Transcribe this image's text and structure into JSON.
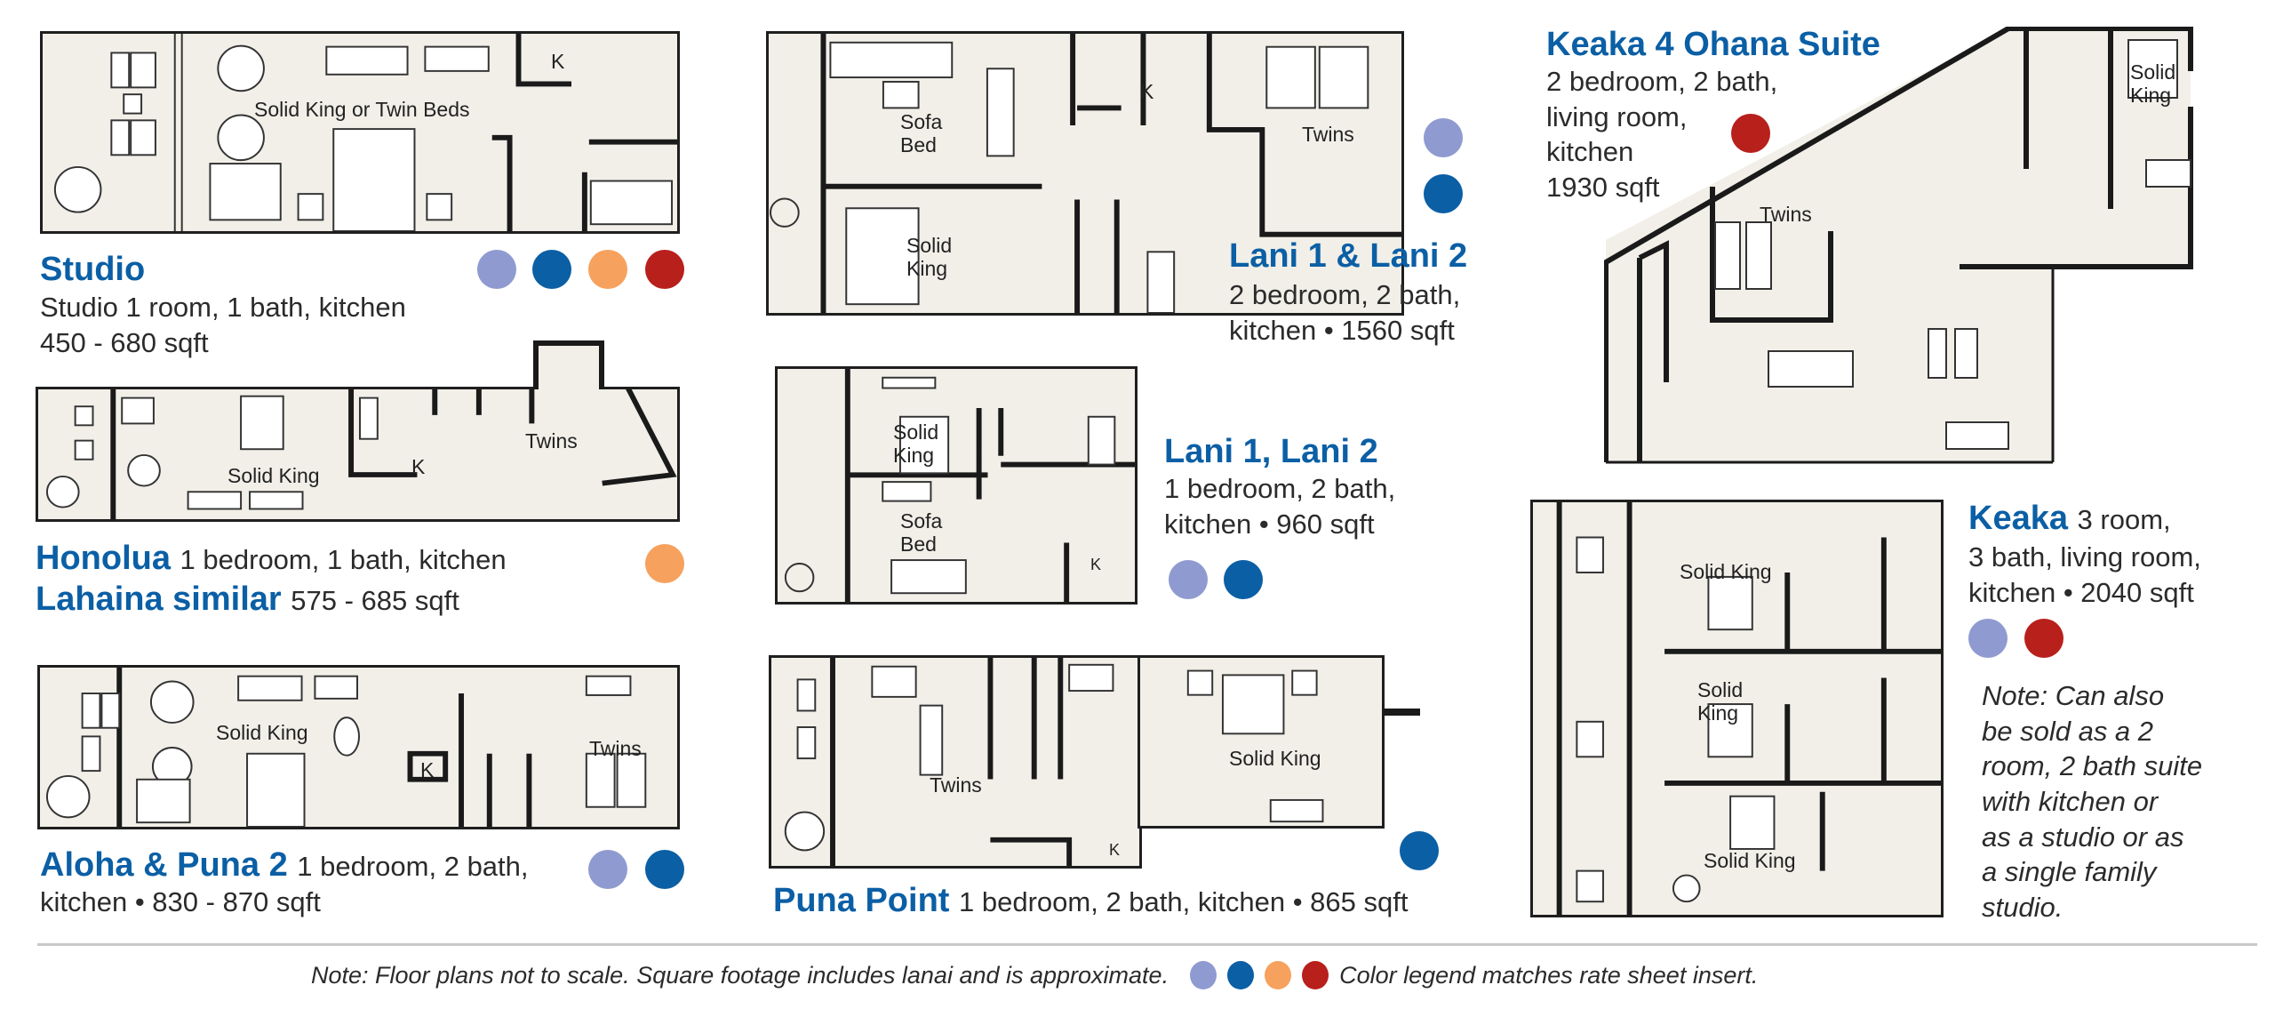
{
  "colors": {
    "lavender": "#8f9bd0",
    "blue": "#0b5fa5",
    "orange": "#f6a25e",
    "red": "#b8201c",
    "title_blue": "#0b5fa5"
  },
  "units": [
    {
      "id": "studio",
      "name": "Studio",
      "description_lines": [
        "Studio 1 room, 1 bath, kitchen",
        "450 - 680 sqft"
      ],
      "rooms": [
        "Solid King or Twin Beds",
        "K"
      ],
      "dots": [
        "lavender",
        "blue",
        "orange",
        "red"
      ]
    },
    {
      "id": "honolua",
      "name": "Honolua",
      "description": "1 bedroom, 1 bath, kitchen",
      "secondary_name": "Lahaina similar",
      "secondary_description": "575 - 685 sqft",
      "rooms": [
        "Solid King",
        "Twins",
        "K"
      ],
      "dots": [
        "orange"
      ]
    },
    {
      "id": "aloha-puna-2",
      "name": "Aloha & Puna 2",
      "description_inline": "1 bedroom, 2 bath,",
      "description_lines": [
        "kitchen • 830 - 870 sqft"
      ],
      "rooms": [
        "Solid King",
        "Twins",
        "K"
      ],
      "dots": [
        "lavender",
        "blue"
      ]
    },
    {
      "id": "lani-1-and-2",
      "name": "Lani 1 & Lani 2",
      "description_lines": [
        "2 bedroom, 2 bath,",
        "kitchen • 1560 sqft"
      ],
      "rooms": [
        "Sofa Bed",
        "Solid King",
        "Twins",
        "K"
      ],
      "dots": [
        "lavender",
        "blue"
      ]
    },
    {
      "id": "lani-1-lani-2",
      "name": "Lani 1, Lani 2",
      "description_lines": [
        "1 bedroom, 2 bath,",
        "kitchen • 960 sqft"
      ],
      "rooms": [
        "Solid King",
        "Sofa Bed",
        "K"
      ],
      "dots": [
        "lavender",
        "blue"
      ]
    },
    {
      "id": "puna-point",
      "name": "Puna Point",
      "description_inline": "1 bedroom, 2 bath, kitchen • 865 sqft",
      "rooms": [
        "Twins",
        "Solid King",
        "K"
      ],
      "dots": [
        "blue"
      ]
    },
    {
      "id": "keaka-4-ohana",
      "name": "Keaka 4 Ohana Suite",
      "description_lines": [
        "2 bedroom, 2 bath,",
        "living room,",
        "kitchen",
        "1930 sqft"
      ],
      "rooms": [
        "Twins",
        "Solid King"
      ],
      "dots": [
        "red"
      ]
    },
    {
      "id": "keaka",
      "name": "Keaka",
      "description_inline": "3 room,",
      "description_lines": [
        "3 bath, living room,",
        "kitchen • 2040 sqft"
      ],
      "rooms": [
        "Solid King",
        "Solid King",
        "Solid King"
      ],
      "dots": [
        "lavender",
        "red"
      ],
      "note_lines": [
        "Note: Can also",
        "be sold as a 2",
        "room, 2 bath suite",
        "with kitchen or",
        "as a studio or as",
        "a single family",
        "studio."
      ]
    }
  ],
  "footer": {
    "note": "Note: Floor plans not to scale. Square footage includes lanai and is approximate.",
    "legend_dots": [
      "lavender",
      "blue",
      "orange",
      "red"
    ],
    "legend_text": "Color legend matches rate sheet insert."
  }
}
